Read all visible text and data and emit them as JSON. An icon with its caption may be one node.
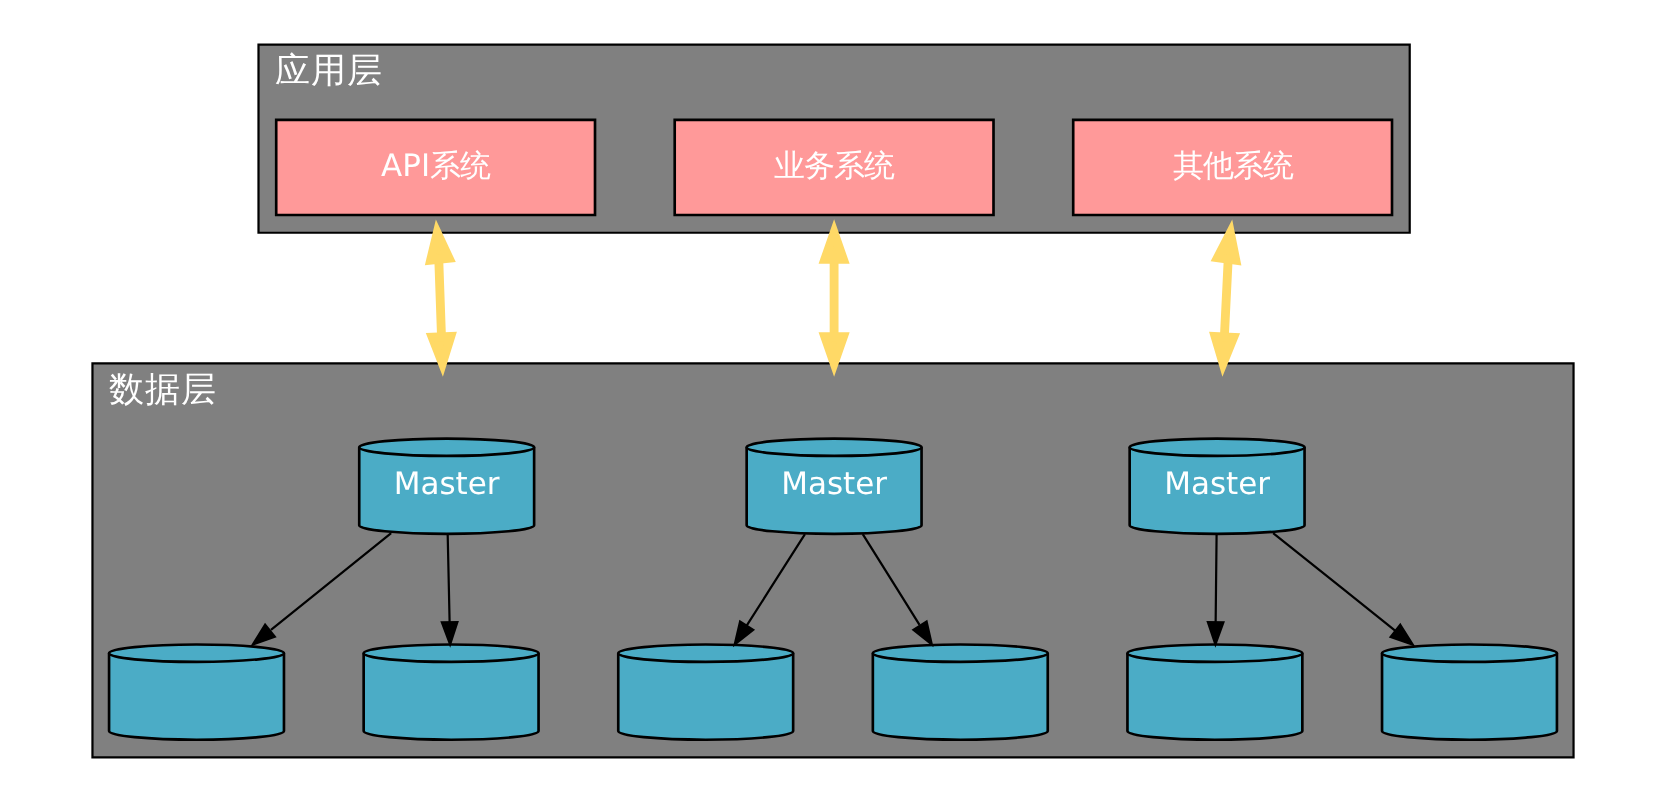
{
  "diagram": {
    "nodes": [
      {
        "text": [
          "应用层"
        ]
      },
      {
        "text": [
          "API系统"
        ],
        "in": 0
      },
      {
        "text": [
          "业务系统"
        ],
        "in": 0
      },
      {
        "text": [
          "其他系统"
        ],
        "in": 0
      },
      {
        "text": [
          "数据层"
        ]
      },
      {
        "text": [
          "Master"
        ],
        "in": 4
      },
      {
        "text": [
          "Master"
        ],
        "in": 4
      },
      {
        "text": [
          "Master"
        ],
        "in": 4
      },
      {
        "text": [],
        "shape": "cylinder",
        "in": 4
      },
      {
        "text": [],
        "shape": "cylinder",
        "in": 4
      },
      {
        "text": [],
        "shape": "cylinder",
        "in": 4
      },
      {
        "text": [],
        "shape": "cylinder",
        "in": 4
      },
      {
        "text": [],
        "shape": "cylinder",
        "in": 4
      },
      {
        "text": [],
        "shape": "cylinder",
        "in": 4
      }
    ],
    "edges": [
      {
        "from": 0,
        "to": 4,
        "arrow": "both",
        "style": "thick",
        "color": "#ffd966"
      },
      {
        "from": 0,
        "to": 4,
        "arrow": "both",
        "style": "thick",
        "color": "#ffd966"
      },
      {
        "from": 0,
        "to": 4,
        "arrow": "both",
        "style": "thick",
        "color": "#ffd966"
      },
      {
        "from": 5,
        "to": 8,
        "arrow": "to"
      },
      {
        "from": 5,
        "to": 9,
        "arrow": "to"
      },
      {
        "from": 6,
        "to": 10,
        "arrow": "to"
      },
      {
        "from": 6,
        "to": 11,
        "arrow": "to"
      },
      {
        "from": 7,
        "to": 12,
        "arrow": "to"
      },
      {
        "from": 7,
        "to": 13,
        "arrow": "to"
      }
    ]
  }
}
